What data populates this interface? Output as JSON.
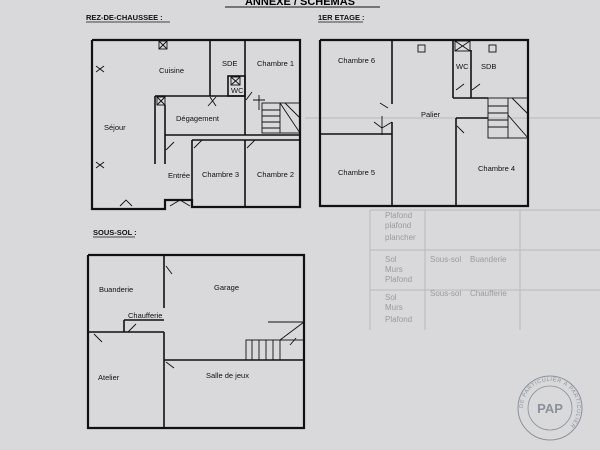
{
  "header": {
    "title": "ANNEXE / SCHÉMAS"
  },
  "sections": {
    "rdc": "REZ-DE-CHAUSSEE :",
    "etage": "1ER ETAGE :",
    "sous_sol": "SOUS-SOL :"
  },
  "rooms": {
    "rdc": {
      "cuisine": "Cuisine",
      "sde": "SDE",
      "chambre1": "Chambre 1",
      "wc": "WC",
      "sejour": "Séjour",
      "degagement": "Dégagement",
      "entree": "Entrée",
      "chambre3": "Chambre 3",
      "chambre2": "Chambre 2"
    },
    "etage": {
      "chambre6": "Chambre 6",
      "wc": "WC",
      "sdb": "SDB",
      "palier": "Palier",
      "chambre5": "Chambre 5",
      "chambre4": "Chambre 4"
    },
    "sous_sol": {
      "buanderie": "Buanderie",
      "garage": "Garage",
      "chaufferie": "Chaufferie",
      "atelier": "Atelier",
      "salle_de_jeux": "Salle de jeux"
    }
  },
  "background_table": [
    "plafond",
    "plancher",
    "Plafond",
    "Sol",
    "Murs",
    "Plafond",
    "Sous-sol",
    "Buanderie",
    "Chaufferie",
    "Sous-sol",
    "Sol",
    "Murs",
    "Plafond"
  ],
  "stamp": {
    "logo": "PAP",
    "ring_text": "DE PARTICULIER À PARTICULIER"
  }
}
